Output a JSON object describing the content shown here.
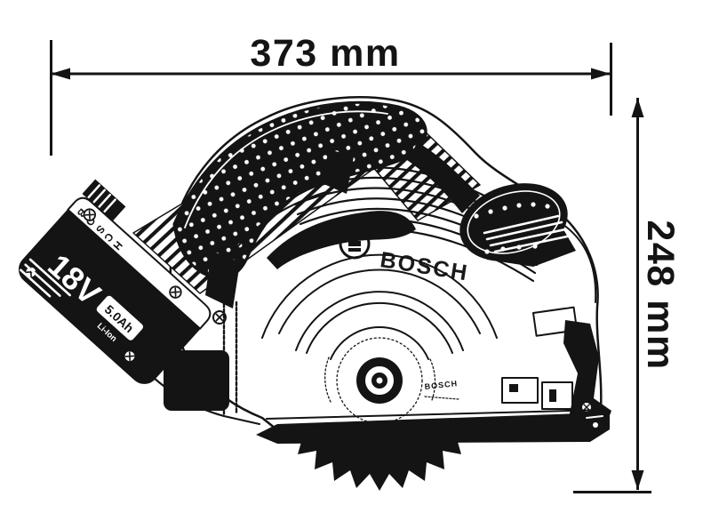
{
  "dimensions": {
    "width_label": "373 mm",
    "height_label": "248 mm"
  },
  "product": {
    "brand_logo": "BOSCH",
    "blade_brand": "BOSCH",
    "battery": {
      "brand": "BOSCH",
      "voltage": "18V",
      "capacity": "5.0Ah",
      "chemistry": "Li-Ion"
    }
  },
  "colors": {
    "ink": "#141414",
    "background": "#ffffff"
  }
}
